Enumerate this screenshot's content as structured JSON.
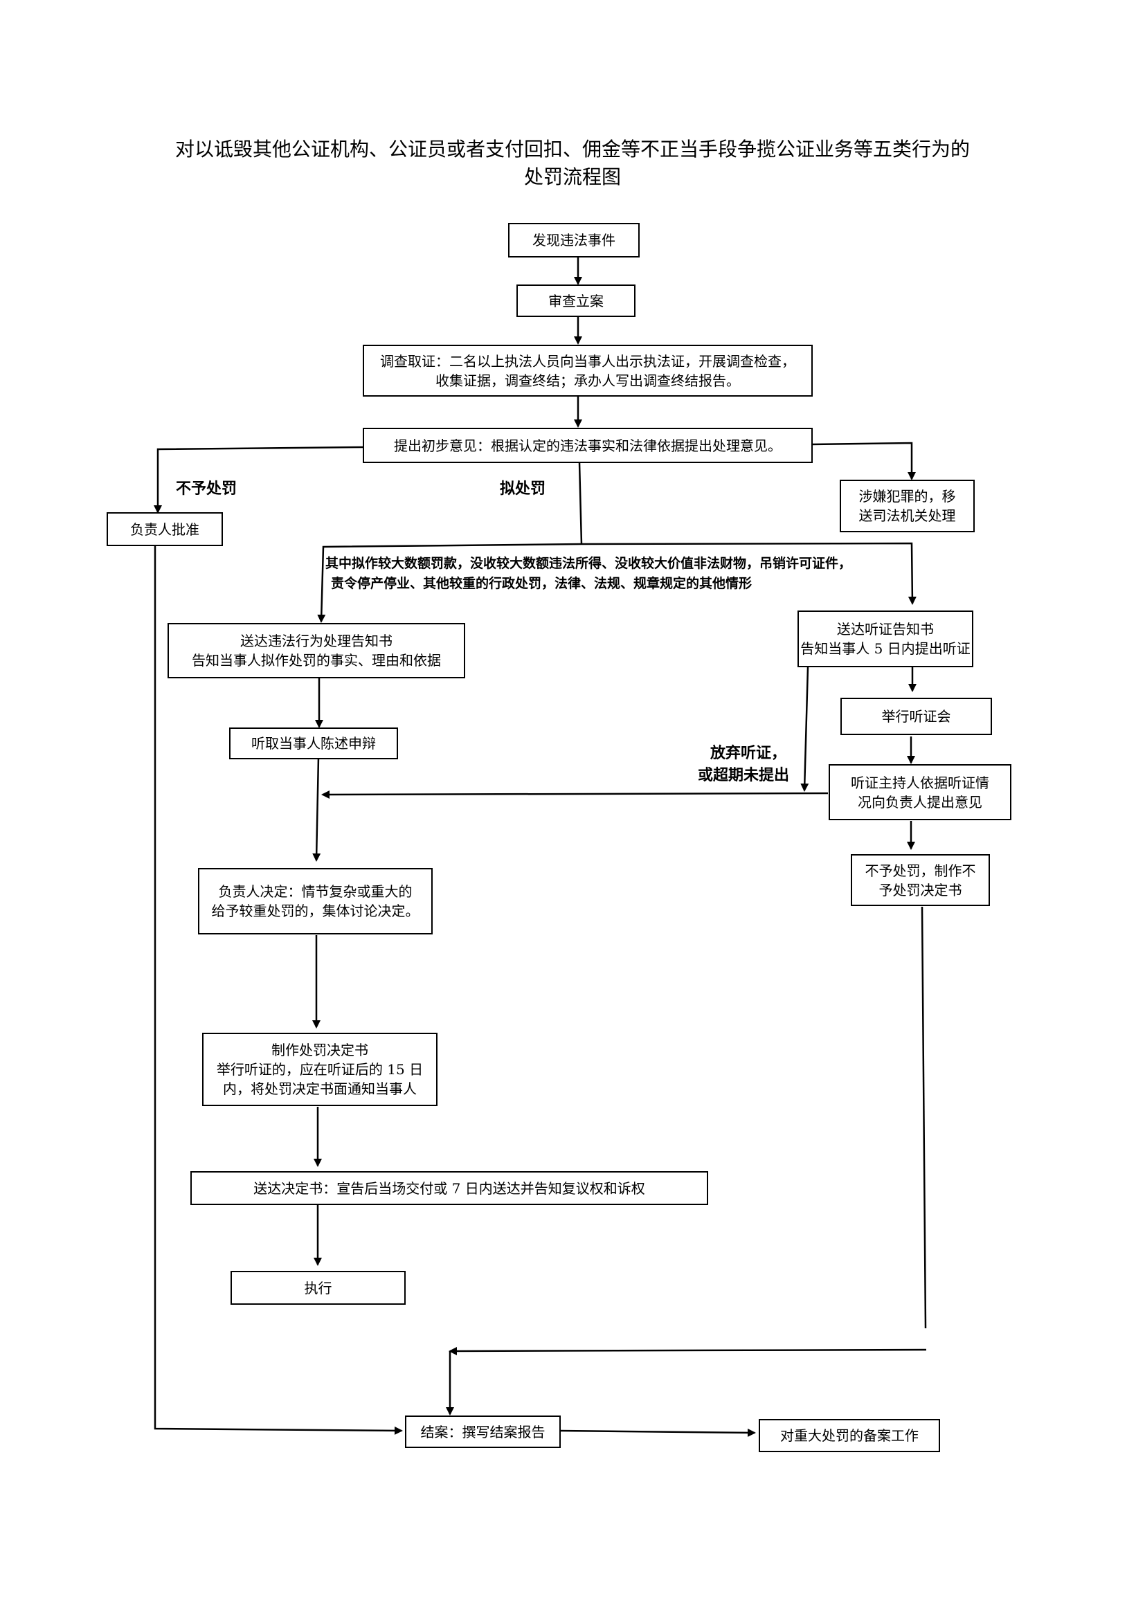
{
  "title": {
    "line1": "对以诋毁其他公证机构、公证员或者支付回扣、佣金等不正当手段争揽公证业务等五类行为的",
    "line2": "处罚流程图"
  },
  "nodes": {
    "discover": "发现违法事件",
    "review": "审查立案",
    "investigate": {
      "line1": "调查取证：二名以上执法人员向当事人出示执法证，开展调查检查，",
      "line2": "收集证据，调查终结；承办人写出调查终结报告。"
    },
    "preliminary": "提出初步意见：根据认定的违法事实和法律依据提出处理意见。",
    "approve": "负责人批准",
    "transfer": {
      "line1": "涉嫌犯罪的，移",
      "line2": "送司法机关处理"
    },
    "notice": {
      "line1": "送达违法行为处理告知书",
      "line2": "告知当事人拟作处罚的事实、理由和依据"
    },
    "hearing_notice": {
      "line1": "送达听证告知书",
      "line2": "告知当事人 5 日内提出听证"
    },
    "listen": "听取当事人陈述申辩",
    "hearing": "举行听证会",
    "hearing_opinion": {
      "line1": "听证主持人依据听证情",
      "line2": "况向负责人提出意见"
    },
    "decide": {
      "line1": "负责人决定：情节复杂或重大的",
      "line2": "给予较重处罚的，集体讨论决定。"
    },
    "no_penalty_decision": {
      "line1": "不予处罚，制作不",
      "line2": "予处罚决定书"
    },
    "make_decision": {
      "line1": "制作处罚决定书",
      "line2": "举行听证的，应在听证后的 15 日",
      "line3": "内，将处罚决定书面通知当事人"
    },
    "deliver": "送达决定书：宣告后当场交付或 7 日内送达并告知复议权和诉权",
    "execute": "执行",
    "close": "结案：撰写结案报告",
    "record": "对重大处罚的备案工作"
  },
  "labels": {
    "no_penalty": "不予处罚",
    "propose_penalty": "拟处罚",
    "hearing_condition": {
      "line1": "其中拟作较大数额罚款，没收较大数额违法所得、没收较大价值非法财物，吊销许可证件，",
      "line2": "责令停产停业、其他较重的行政处罚，法律、法规、规章规定的其他情形"
    },
    "waive_hearing": {
      "line1": "放弃听证，",
      "line2": "或超期未提出"
    }
  }
}
